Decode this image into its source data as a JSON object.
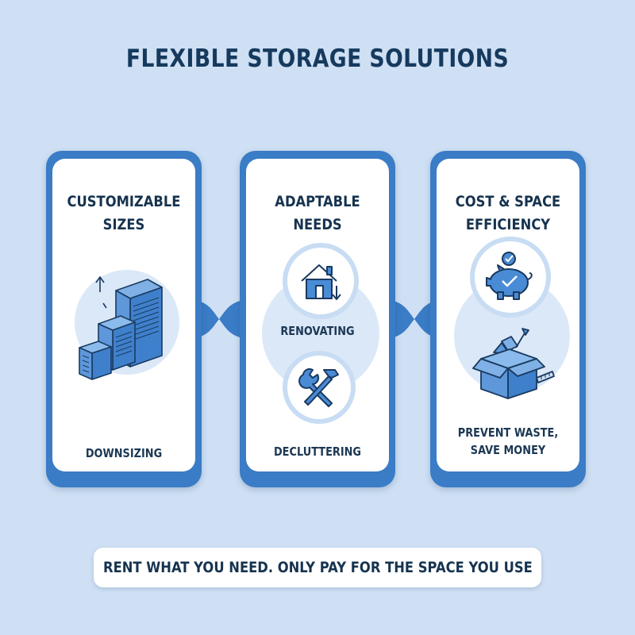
{
  "title": "FLEXIBLE STORAGE SOLUTIONS",
  "cards": [
    {
      "title_line1": "CUSTOMIZABLE",
      "title_line2": "SIZES",
      "labels": [
        "DOWNSIZING"
      ],
      "icons": [
        "storage-units-icon",
        "up-arrow-icon"
      ]
    },
    {
      "title_line1": "ADAPTABLE",
      "title_line2": "NEEDS",
      "labels": [
        "RENOVATING",
        "DECLUTTERING"
      ],
      "icons": [
        "house-icon",
        "tools-icon"
      ]
    },
    {
      "title_line1": "COST & SPACE",
      "title_line2": "EFFICIENCY",
      "labels": [
        "PREVENT WASTE,",
        "SAVE MONEY"
      ],
      "icons": [
        "piggy-bank-icon",
        "box-icon"
      ]
    }
  ],
  "footer": "RENT WHAT YOU NEED. ONLY PAY FOR THE SPACE YOU USE",
  "colors": {
    "background": "#cfe0f4",
    "accent": "#3a7cc6",
    "icon_fill": "#4a8bd6",
    "icon_stroke": "#1a3a60",
    "text": "#16334f"
  }
}
